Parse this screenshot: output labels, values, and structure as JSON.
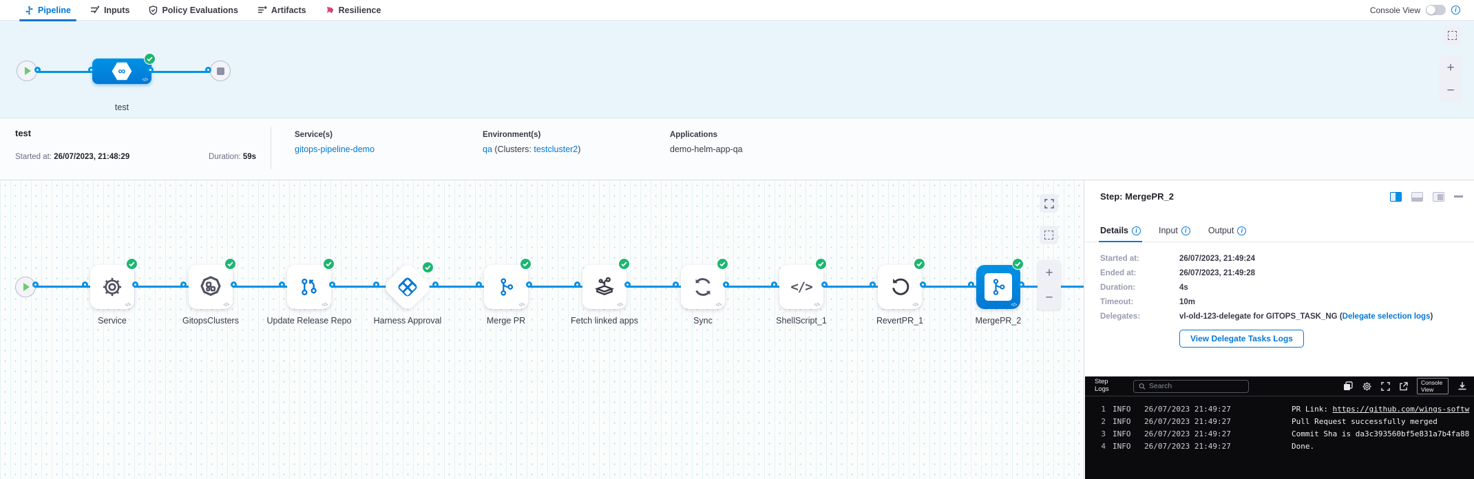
{
  "colors": {
    "accent": "#0278d5",
    "success": "#1db571",
    "resilience_pink": "#e0457b",
    "console_bg": "#0b0b0e"
  },
  "icons": {
    "plus": "+",
    "minus": "−",
    "info": "i",
    "infinity": "∞",
    "template_glyph": "</>",
    "code_glyph": "</>"
  },
  "nav": {
    "tabs": [
      {
        "label": "Pipeline"
      },
      {
        "label": "Inputs"
      },
      {
        "label": "Policy Evaluations"
      },
      {
        "label": "Artifacts"
      },
      {
        "label": "Resilience"
      }
    ],
    "console_view_label": "Console View"
  },
  "stage": {
    "label": "test"
  },
  "meta": {
    "title": "test",
    "started_label": "Started at: ",
    "started_value": "26/07/2023, 21:48:29",
    "duration_label": "Duration: ",
    "duration_value": "59s",
    "services_label": "Service(s)",
    "service_link": "gitops-pipeline-demo",
    "environments_label": "Environment(s)",
    "env_link": "qa",
    "env_mid": " (Clusters: ",
    "cluster_link": "testcluster2",
    "env_end": ")",
    "applications_label": "Applications",
    "applications_value": "demo-helm-app-qa"
  },
  "graph": {
    "steps": [
      {
        "label": "Service"
      },
      {
        "label": "GitopsClusters"
      },
      {
        "label": "Update Release Repo"
      },
      {
        "label": "Harness Approval"
      },
      {
        "label": "Merge PR"
      },
      {
        "label": "Fetch linked apps"
      },
      {
        "label": "Sync"
      },
      {
        "label": "ShellScript_1"
      },
      {
        "label": "RevertPR_1"
      },
      {
        "label": "MergePR_2"
      }
    ]
  },
  "panel": {
    "title": "Step: MergePR_2",
    "tabs": {
      "details": "Details",
      "input": "Input",
      "output": "Output"
    },
    "rows": {
      "started_label": "Started at:",
      "started_value": "26/07/2023, 21:49:24",
      "ended_label": "Ended at:",
      "ended_value": "26/07/2023, 21:49:28",
      "duration_label": "Duration:",
      "duration_value": "4s",
      "timeout_label": "Timeout:",
      "timeout_value": "10m",
      "delegates_label": "Delegates:",
      "delegates_prefix": "vl-old-123-delegate for GITOPS_TASK_NG (",
      "delegates_link": "Delegate selection logs",
      "delegates_suffix": ")"
    },
    "view_logs_button": "View Delegate Tasks Logs"
  },
  "console": {
    "title": "Step Logs",
    "search_placeholder": "Search",
    "console_view_button": "Console View",
    "logs": [
      {
        "n": "1",
        "level": "INFO",
        "time": "26/07/2023 21:49:27",
        "message_prefix": "PR Link: ",
        "link": "https://github.com/wings-softw"
      },
      {
        "n": "2",
        "level": "INFO",
        "time": "26/07/2023 21:49:27",
        "message": "Pull Request successfully merged"
      },
      {
        "n": "3",
        "level": "INFO",
        "time": "26/07/2023 21:49:27",
        "message": "Commit Sha is da3c393560bf5e831a7b4fa88"
      },
      {
        "n": "4",
        "level": "INFO",
        "time": "26/07/2023 21:49:27",
        "message": "Done."
      }
    ]
  }
}
